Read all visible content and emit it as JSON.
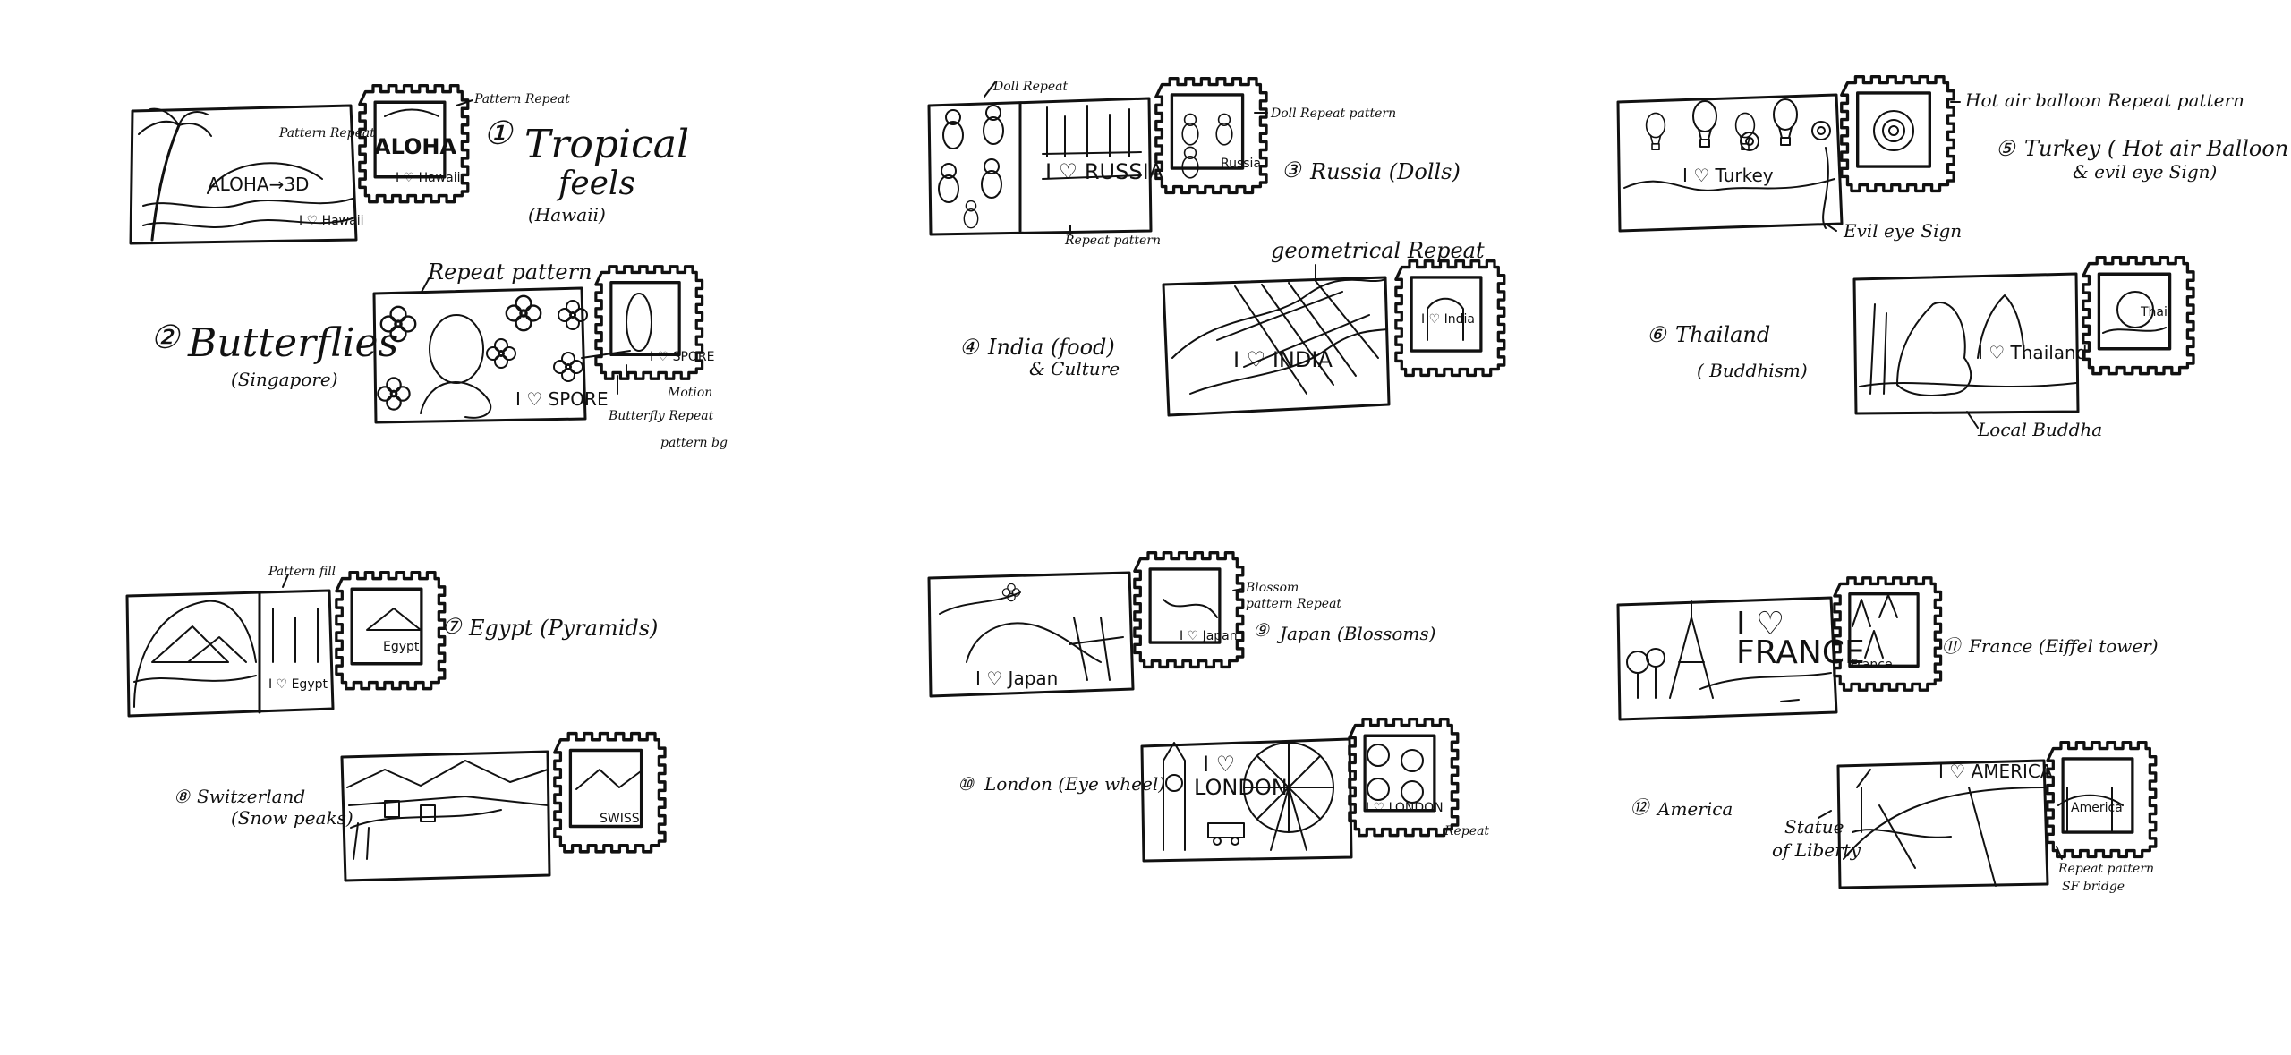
{
  "sketches": [
    {
      "id": 1,
      "number": "1",
      "title": "Tropical",
      "title2": "feels",
      "subtitle": "(Hawaii)",
      "card_text_1": "ALOHA→3D",
      "card_text_2": "I ♡ Hawaii",
      "card_note": "Pattern Repeat",
      "stamp_text": "ALOHA",
      "stamp_sub": "I ♡ Hawaii",
      "stamp_note": "Pattern Repeat"
    },
    {
      "id": 2,
      "number": "2",
      "title": "Butterflies",
      "subtitle": "(Singapore)",
      "card_note": "Repeat pattern",
      "card_text": "I ♡ SPORE",
      "stamp_text": "I ♡ SPORE",
      "stamp_note_1": "Motion",
      "stamp_note_2": "Butterfly Repeat",
      "stamp_note_3": "pattern bg"
    },
    {
      "id": 3,
      "number": "3",
      "title": "Russia (Dolls)",
      "card_note": "Doll Repeat",
      "card_text": "I ♡ RUSSIA",
      "card_note_2": "Repeat pattern",
      "stamp_note": "Doll Repeat pattern",
      "stamp_text": "Russia"
    },
    {
      "id": 4,
      "number": "4",
      "title": "India (food)",
      "title2": "& Culture",
      "card_note": "geometrical Repeat",
      "card_text": "I ♡ INDIA",
      "stamp_text": "I ♡ India"
    },
    {
      "id": 5,
      "number": "5",
      "title": "Turkey ( Hot air Balloon",
      "title2": "& evil eye Sign)",
      "card_text": "I ♡ Turkey",
      "card_note": "Evil eye Sign",
      "stamp_note": "Hot air balloon Repeat pattern"
    },
    {
      "id": 6,
      "number": "6",
      "title": "Thailand",
      "subtitle": "( Buddhism)",
      "card_text": "I ♡ Thailand",
      "card_note": "Local Buddha",
      "stamp_text": "Thai"
    },
    {
      "id": 7,
      "number": "7",
      "title": "Egypt (Pyramids)",
      "card_note": "Pattern fill",
      "card_text": "I ♡ Egypt",
      "stamp_text": "Egypt"
    },
    {
      "id": 8,
      "number": "8",
      "title": "Switzerland",
      "subtitle": "(Snow peaks)",
      "stamp_text": "SWISS"
    },
    {
      "id": 9,
      "number": "9",
      "title": "Japan (Blossoms)",
      "card_text": "I ♡ Japan",
      "stamp_note_1": "Blossom",
      "stamp_note_2": "pattern Repeat",
      "stamp_text": "I ♡ Japan"
    },
    {
      "id": 10,
      "number": "10",
      "title": "London (Eye wheel)",
      "card_text_1": "I ♡",
      "card_text_2": "LONDON",
      "stamp_text": "I ♡ LONDON",
      "stamp_note": "Repeat"
    },
    {
      "id": 11,
      "number": "11",
      "title": "France (Eiffel tower)",
      "card_text_1": "I ♡",
      "card_text_2": "FRANCE",
      "stamp_text": "France"
    },
    {
      "id": 12,
      "number": "12",
      "title": "America",
      "card_text": "I ♡ AMERICA",
      "card_note_1": "Statue",
      "card_note_2": "of Liberty",
      "stamp_text": "America",
      "stamp_note_1": "Repeat pattern",
      "stamp_note_2": "SF bridge"
    }
  ]
}
